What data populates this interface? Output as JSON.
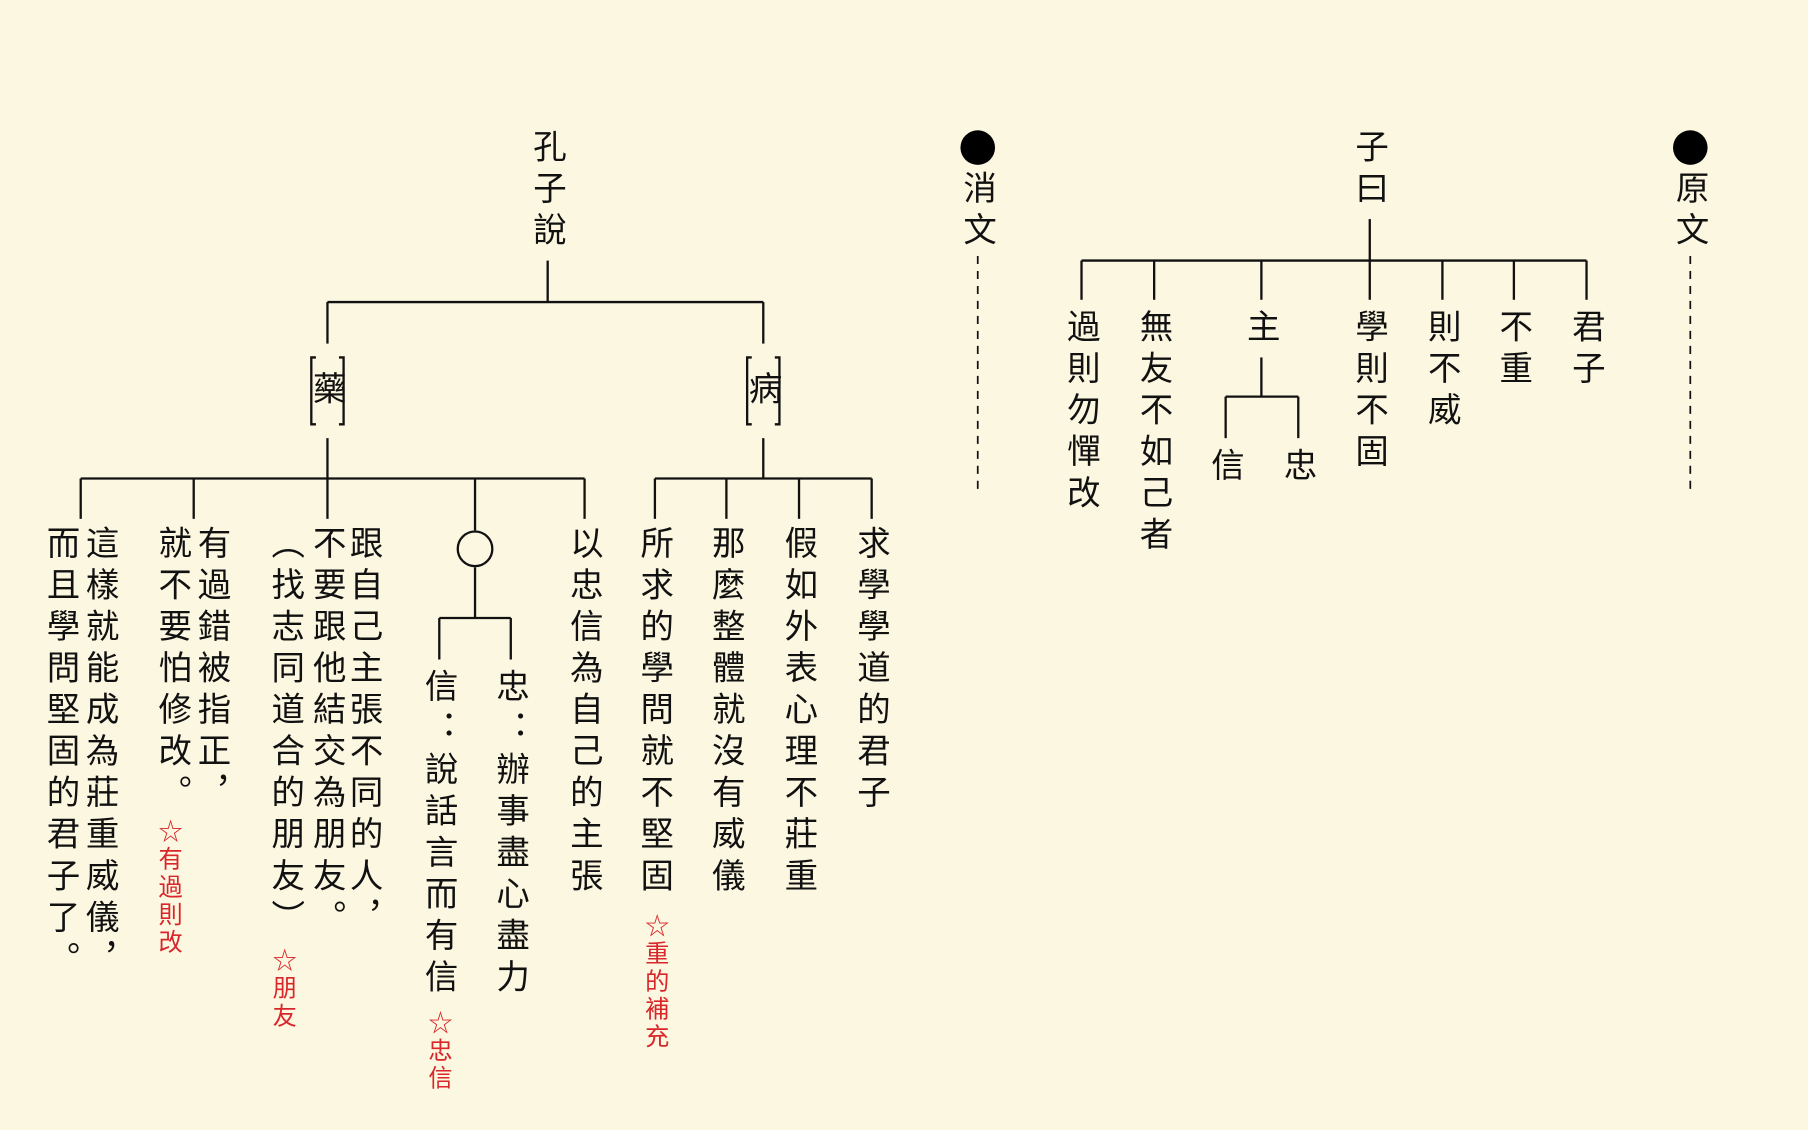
{
  "original": {
    "marker": "原文",
    "root": "子曰",
    "children": [
      "君子",
      "不重",
      "則不威",
      "學則不固",
      "主",
      "無友不如己者",
      "過則勿憚改"
    ],
    "sub_zhu": [
      "忠",
      "信"
    ]
  },
  "translation": {
    "marker": "消文",
    "root": "孔子說",
    "bing": "病",
    "yao": "藥",
    "bing_items": [
      "求學學道的君子",
      "假如外表心理不莊重",
      "那麼整體就沒有威儀",
      "所求的學問就不堅固"
    ],
    "bing_note": "☆重的補充",
    "yao_items": [
      "以忠信為自己的主張",
      "○",
      "跟自己主張不同的人，",
      "不要跟他結交為朋友。",
      "（找志同道合的朋友）",
      "有過錯被指正，",
      "就不要怕修改。",
      "這樣就能成為莊重威儀，",
      "而且學問堅固的君子了。"
    ],
    "zhong": "忠：辦事盡心盡力",
    "xin": "信：說話言而有信",
    "notes": [
      "☆忠信",
      "☆朋友",
      "☆有過則改"
    ]
  }
}
